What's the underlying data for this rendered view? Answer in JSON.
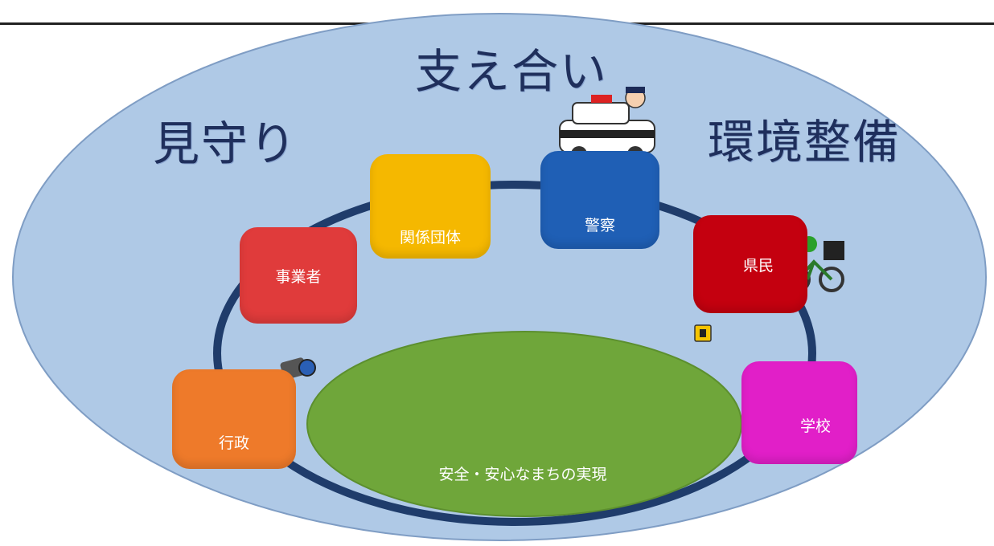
{
  "headlines": {
    "left": "見守り",
    "top": "支え合い",
    "right": "環境整備"
  },
  "groups": {
    "business": "事業者",
    "associations": "関係団体",
    "police": "警察",
    "citizens": "県民",
    "government": "行政",
    "school": "学校"
  },
  "center": {
    "label": "安全・安心なまちの実現"
  },
  "colors": {
    "outer_ellipse": "#afc9e6",
    "inner_ellipse": "#6fa63a",
    "ring": "#1f3c6b",
    "business": "#e03b3b",
    "associations": "#f5b800",
    "police": "#1f5fb5",
    "citizens": "#c4000f",
    "government": "#ee7a2a",
    "school": "#e11fc8"
  },
  "icons": {
    "car": "police-car-icon",
    "camera": "security-camera-icon",
    "sign": "school-zone-sign-icon",
    "bike": "bicycle-icon"
  }
}
